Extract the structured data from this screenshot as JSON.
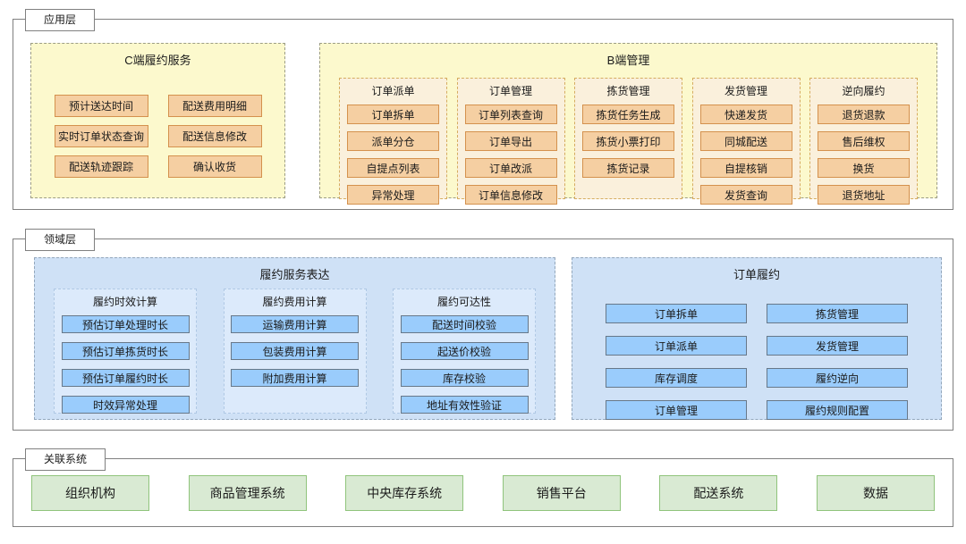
{
  "colors": {
    "frame_border": "#808080",
    "yellow_panel_bg": "#FCF9CD",
    "yellow_panel_border": "#9C9C84",
    "orange_group_bg": "#FAF0DC",
    "orange_group_border": "#D5AC5F",
    "orange_chip_bg": "#F5CFA2",
    "orange_chip_border": "#D4914D",
    "blue_panel_bg": "#CFE1F6",
    "blue_panel_border": "#93A7BC",
    "blue_group_bg": "#DCEAFB",
    "blue_group_border": "#AFC8E4",
    "blue_chip_bg": "#9ACCFC",
    "blue_chip_border": "#677889",
    "green_chip_bg": "#D9EAD3",
    "green_chip_border": "#90C47C"
  },
  "layers": {
    "application": {
      "label": "应用层",
      "c_panel": {
        "title": "C端履约服务",
        "items": [
          "预计送达时间",
          "配送费用明细",
          "实时订单状态查询",
          "配送信息修改",
          "配送轨迹跟踪",
          "确认收货"
        ]
      },
      "b_panel": {
        "title": "B端管理",
        "groups": [
          {
            "title": "订单派单",
            "items": [
              "订单拆单",
              "派单分仓",
              "自提点列表",
              "异常处理"
            ]
          },
          {
            "title": "订单管理",
            "items": [
              "订单列表查询",
              "订单导出",
              "订单改派",
              "订单信息修改"
            ]
          },
          {
            "title": "拣货管理",
            "items": [
              "拣货任务生成",
              "拣货小票打印",
              "拣货记录"
            ]
          },
          {
            "title": "发货管理",
            "items": [
              "快递发货",
              "同城配送",
              "自提核销",
              "发货查询"
            ]
          },
          {
            "title": "逆向履约",
            "items": [
              "退货退款",
              "售后维权",
              "换货",
              "退货地址"
            ]
          }
        ]
      }
    },
    "domain": {
      "label": "领域层",
      "service_panel": {
        "title": "履约服务表达",
        "groups": [
          {
            "title": "履约时效计算",
            "items": [
              "预估订单处理时长",
              "预估订单拣货时长",
              "预估订单履约时长",
              "时效异常处理"
            ]
          },
          {
            "title": "履约费用计算",
            "items": [
              "运输费用计算",
              "包装费用计算",
              "附加费用计算"
            ]
          },
          {
            "title": "履约可达性",
            "items": [
              "配送时间校验",
              "起送价校验",
              "库存校验",
              "地址有效性验证"
            ]
          }
        ]
      },
      "fulfillment_panel": {
        "title": "订单履约",
        "items": [
          "订单拆单",
          "拣货管理",
          "订单派单",
          "发货管理",
          "库存调度",
          "履约逆向",
          "订单管理",
          "履约规则配置"
        ]
      }
    },
    "systems": {
      "label": "关联系统",
      "items": [
        "组织机构",
        "商品管理系统",
        "中央库存系统",
        "销售平台",
        "配送系统",
        "数据"
      ]
    }
  }
}
